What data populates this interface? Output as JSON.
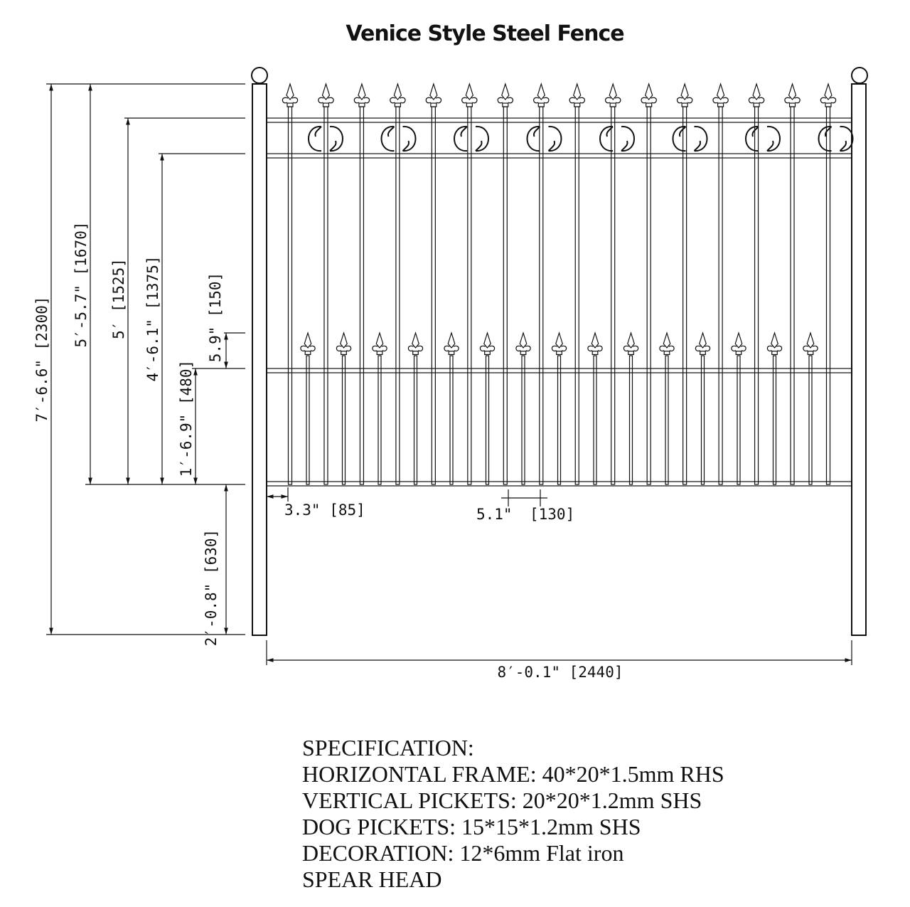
{
  "title": "Venice Style Steel Fence",
  "dimensions": {
    "total_height": "7′-6.6\"  [2300]",
    "height_top_spear": "5′-5.7\"  [1670]",
    "height_top_rail": "5′  [1525]",
    "height_second_rail": "4′-6.1\"  [1375]",
    "dog_spear_height": "5.9\"  [150]",
    "dog_rail_height": "1′-6.9\"  [480]",
    "post_below_ground": "2′-0.8\"  [630]",
    "end_gap": "3.3\"  [85]",
    "picket_spacing_inch": "5.1\"",
    "picket_spacing_mm": "[130]",
    "total_width": "8′-0.1\"  [2440]"
  },
  "specification": {
    "header": "SPECIFICATION:",
    "horizontal_frame": "HORIZONTAL FRAME: 40*20*1.5mm RHS",
    "vertical_pickets": "VERTICAL PICKETS: 20*20*1.2mm SHS",
    "dog_pickets": "DOG PICKETS: 15*15*1.2mm SHS",
    "decoration": "DECORATION: 12*6mm Flat iron",
    "spear_head": "SPEAR HEAD"
  },
  "counts": {
    "main_pickets": 16,
    "dog_pickets": 15,
    "scroll_pairs": 8
  }
}
